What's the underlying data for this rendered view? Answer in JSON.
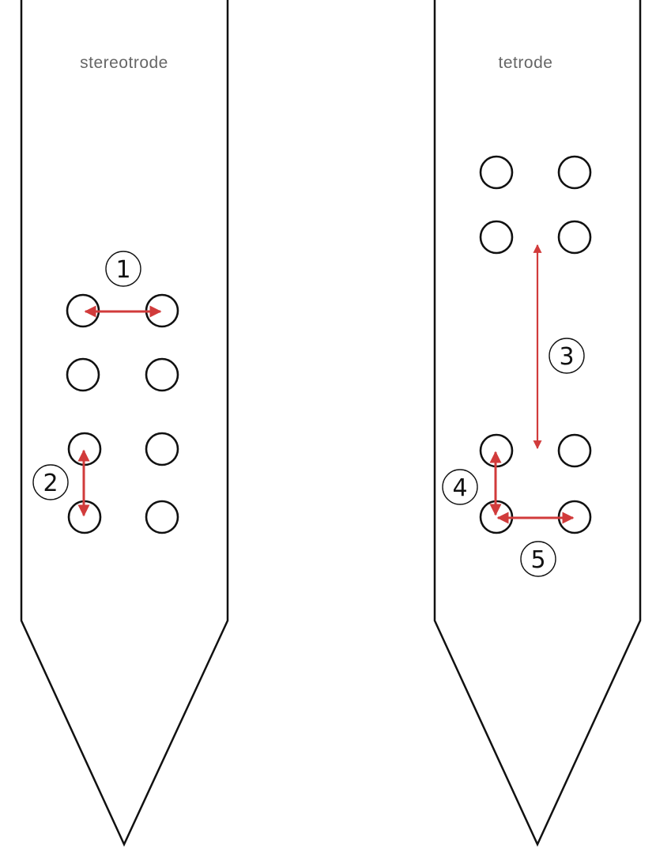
{
  "shanks": [
    {
      "id": "stereotrode",
      "label": "stereotrode"
    },
    {
      "id": "tetrode",
      "label": "tetrode"
    }
  ],
  "distance_markers": [
    {
      "id": "1",
      "label": "1",
      "shank": "stereotrode",
      "description_axis": "horizontal"
    },
    {
      "id": "2",
      "label": "2",
      "shank": "stereotrode",
      "description_axis": "vertical"
    },
    {
      "id": "3",
      "label": "3",
      "shank": "tetrode",
      "description_axis": "vertical"
    },
    {
      "id": "4",
      "label": "4",
      "shank": "tetrode",
      "description_axis": "vertical"
    },
    {
      "id": "5",
      "label": "5",
      "shank": "tetrode",
      "description_axis": "horizontal"
    }
  ],
  "colors": {
    "outline": "#111111",
    "arrow": "#d13b3b",
    "label_text": "#666666"
  }
}
